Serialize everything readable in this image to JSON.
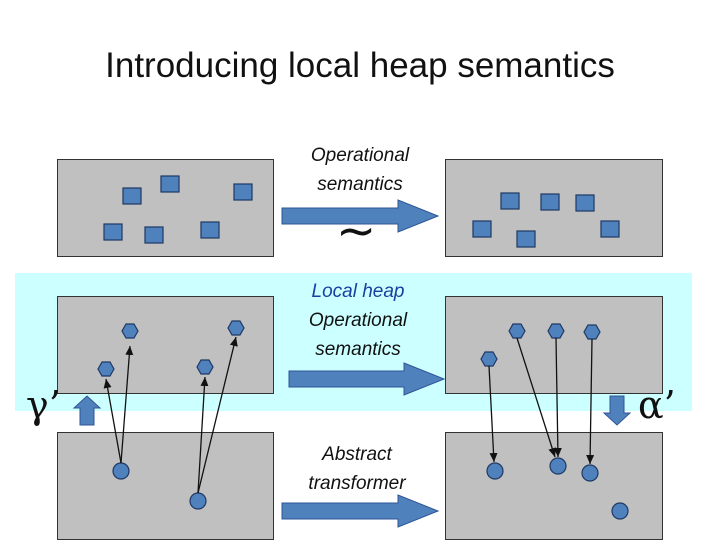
{
  "title": "Introducing local heap semantics",
  "labels": {
    "operational_line1": "Operational",
    "operational_line2": "semantics",
    "tilde": "~",
    "local_line1": "Local heap",
    "local_line2": "Operational",
    "local_line3": "semantics",
    "abstract_line1": "Abstract",
    "abstract_line2": "transformer",
    "gamma": "γ’",
    "alpha": "α’"
  },
  "colors": {
    "band": "#ccffff",
    "panel": "#c0c0c0",
    "node_fill": "#4f81bd",
    "node_stroke": "#1f3864",
    "arrow_fill": "#4f81bd",
    "local_text": "#1a3fa0"
  }
}
